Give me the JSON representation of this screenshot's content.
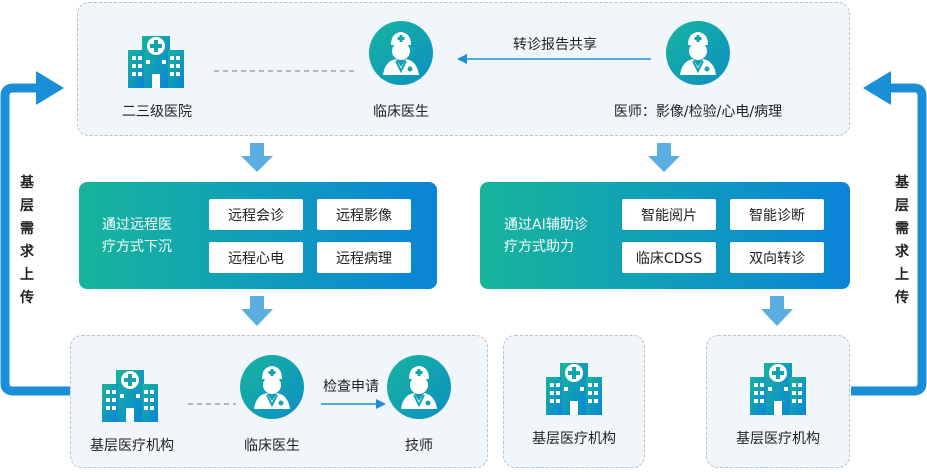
{
  "top_section": {
    "hospital_label": "二三级医院",
    "clinician_label": "临床医生",
    "specialist_label": "医师：影像/检验/心电/病理",
    "share_arrow_label": "转诊报告共享"
  },
  "remote_panel": {
    "title_line1": "通过远程医",
    "title_line2": "疗方式下沉",
    "chips": [
      "远程会诊",
      "远程影像",
      "远程心电",
      "远程病理"
    ]
  },
  "ai_panel": {
    "title_line1": "通过AI辅助诊",
    "title_line2": "疗方式助力",
    "chips": [
      "智能阅片",
      "智能诊断",
      "临床CDSS",
      "双向转诊"
    ]
  },
  "bottom_left": {
    "institution_label": "基层医疗机构",
    "clinician_label": "临床医生",
    "technician_label": "技师",
    "request_arrow_label": "检查申请"
  },
  "bottom_middle": {
    "institution_label": "基层医疗机构"
  },
  "bottom_right": {
    "institution_label": "基层医疗机构"
  },
  "side_labels": {
    "left": [
      "基",
      "层",
      "需",
      "求",
      "上",
      "传"
    ],
    "right": [
      "基",
      "层",
      "需",
      "求",
      "上",
      "传"
    ]
  },
  "colors": {
    "teal": "#17b59b",
    "blue": "#0a84d8",
    "arrow_blue": "#1a8fd8",
    "down_arrow": "#5aaee0",
    "box_fill": "#f1f6fa",
    "box_border": "#b9c2cc"
  }
}
